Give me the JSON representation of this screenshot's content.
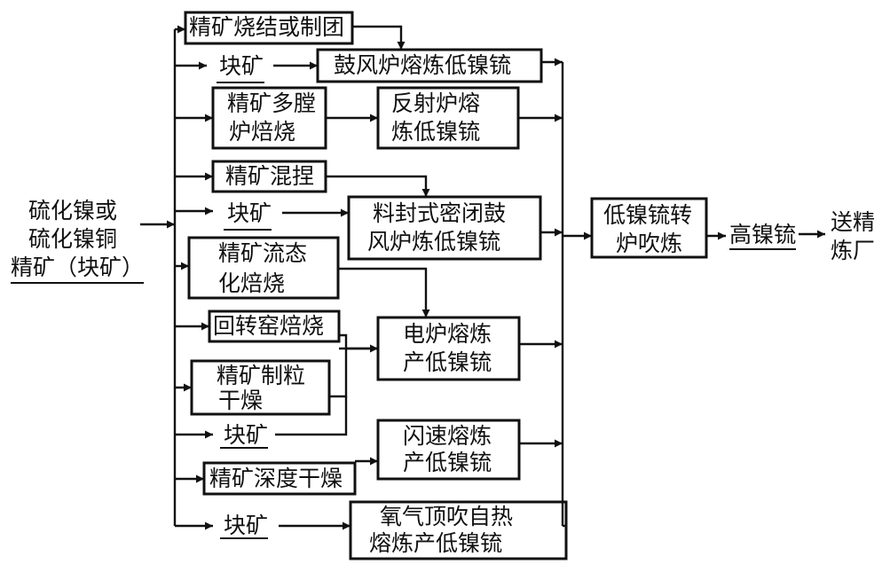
{
  "diagram": {
    "feed": {
      "line1": "硫化镍或",
      "line2": "硫化镍铜",
      "line3": "精矿（块矿）"
    },
    "pretreatment": {
      "sinter": "精矿烧结或制团",
      "lump_1": "块矿",
      "multihearth_1": "精矿多膛",
      "multihearth_2": "炉焙烧",
      "mix": "精矿混捏",
      "lump_2": "块矿",
      "fluid_1": "精矿流态",
      "fluid_2": "化焙烧",
      "rotary_kiln": "回转窑焙烧",
      "pellet_1": "精矿制粒",
      "pellet_2": "干燥",
      "lump_3": "块矿",
      "deep_dry": "精矿深度干燥",
      "lump_4": "块矿"
    },
    "smelting": {
      "blast": "鼓风炉熔炼低镍锍",
      "reverb_1": "反射炉熔",
      "reverb_2": "炼低镍锍",
      "sealed_1": "料封式密闭鼓",
      "sealed_2": "风炉炼低镍锍",
      "electric_1": "电炉熔炼",
      "electric_2": "产低镍锍",
      "flash_1": "闪速熔炼",
      "flash_2": "产低镍锍",
      "oxygen_1": "氧气顶吹自热",
      "oxygen_2": "熔炼产低镍锍"
    },
    "converting": {
      "line1": "低镍锍转",
      "line2": "炉吹炼"
    },
    "product": "高镍锍",
    "destination": {
      "line1": "送精",
      "line2": "炼厂"
    }
  }
}
